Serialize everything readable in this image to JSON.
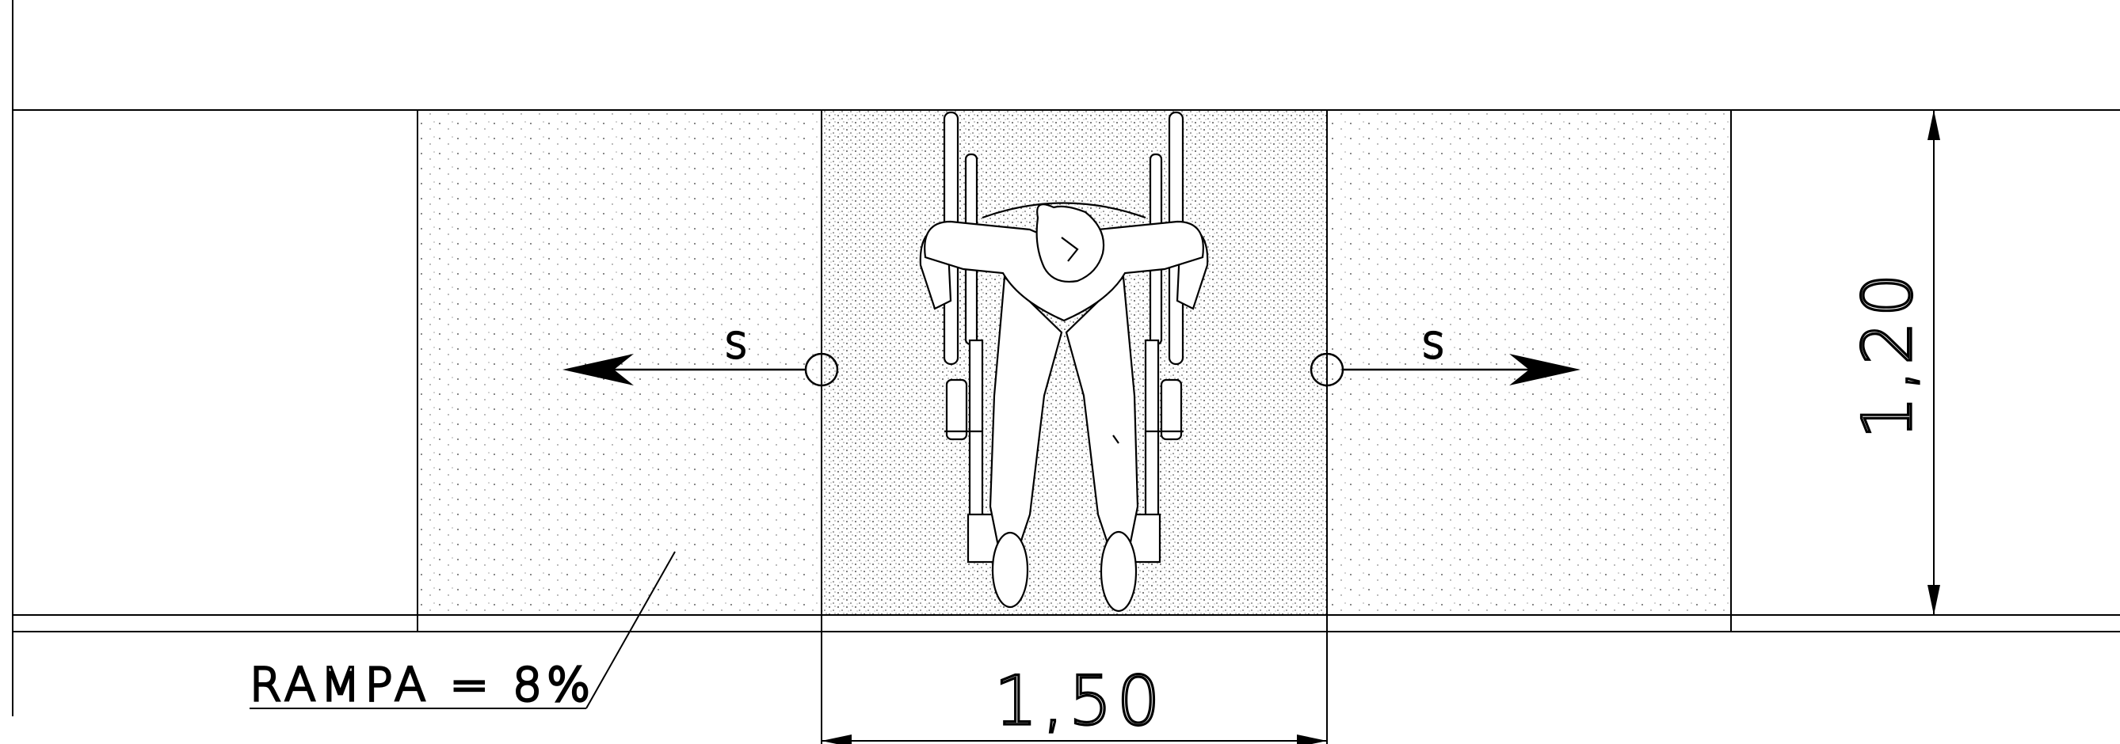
{
  "drawing": {
    "ramp_label": "RAMPA = 8%",
    "arrow_left_label": "S",
    "arrow_right_label": "S",
    "dim_width_label": "1,50",
    "dim_depth_label": "1,20"
  },
  "colors": {
    "line": "#000000",
    "background": "#ffffff"
  }
}
